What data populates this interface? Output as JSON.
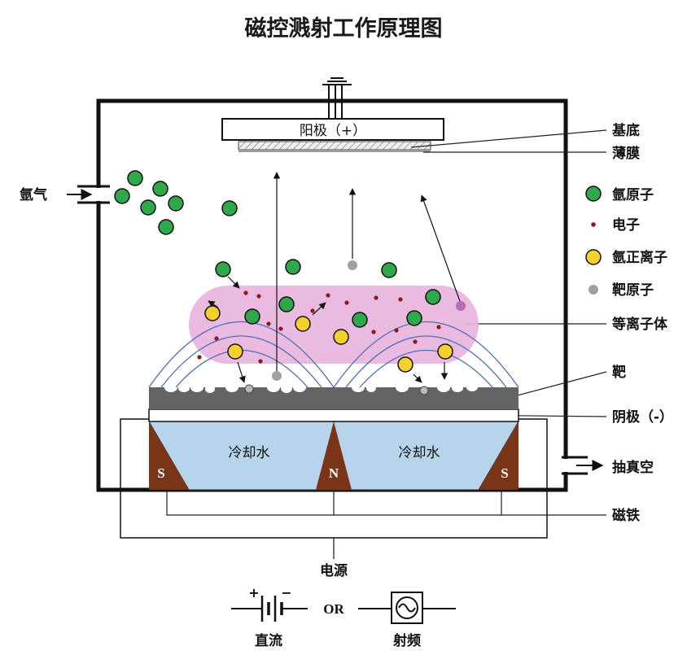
{
  "title": "磁控溅射工作原理图",
  "labels": {
    "anode": "阳极（+）",
    "substrate": "基底",
    "film": "薄膜",
    "argon_gas": "氩气",
    "argon_atom": "氩原子",
    "electron": "电子",
    "argon_ion": "氩正离子",
    "target_atom": "靶原子",
    "plasma": "等离子体",
    "target": "靶",
    "cathode": "阴极（-）",
    "vacuum": "抽真空",
    "magnet": "磁铁",
    "cooling_water_left": "冷却水",
    "cooling_water_right": "冷却水",
    "pole_s_left": "S",
    "pole_n": "N",
    "pole_s_right": "S",
    "power": "电源",
    "dc": "直流",
    "or": "OR",
    "rf": "射频",
    "battery_plus": "+",
    "battery_minus": "−"
  },
  "colors": {
    "argon_atom": "#2ea84a",
    "electron": "#8b1a1a",
    "argon_ion": "#f5d130",
    "target_atom": "#a0a0a0",
    "plasma": "#e8b4de",
    "cooling_water": "#b8d4ec",
    "magnet": "#7a3518",
    "target_plate": "#646464",
    "field_lines": "#4a6fb5"
  }
}
